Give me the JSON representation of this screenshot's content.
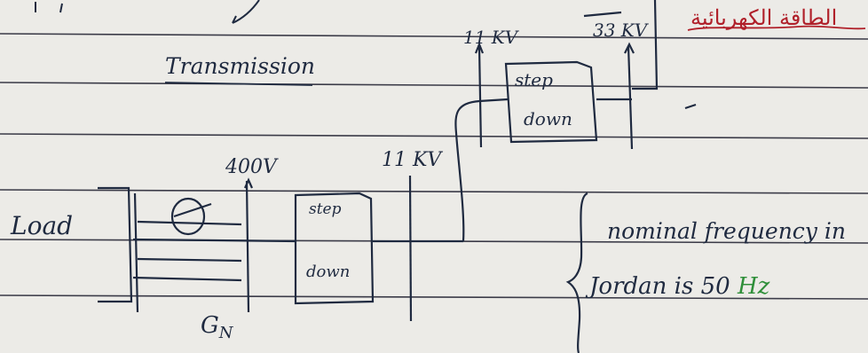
{
  "note": {
    "transmission_label": "Transmission",
    "load_label": "Load",
    "gen_label": "G",
    "gen_sub": "N",
    "voltage_400v": "400V",
    "voltage_11kv_lower": "11 KV",
    "voltage_11kv_upper": "11 KV",
    "voltage_upper_right": "33 KV",
    "step_down_lower": [
      "step",
      "down"
    ],
    "step_down_upper": [
      "step",
      "down"
    ],
    "arabic_note": "الطاقة الكهربائية",
    "frequency_line1": "nominal frequency in",
    "frequency_line2_prefix": "Jordan is 50",
    "frequency_unit": "Hz",
    "colors": {
      "ink": "#1f2a40",
      "paper": "#ecebe7",
      "rule": "#3b3b48",
      "arabic": "#b0202a",
      "hz": "#2f8f3a"
    }
  }
}
